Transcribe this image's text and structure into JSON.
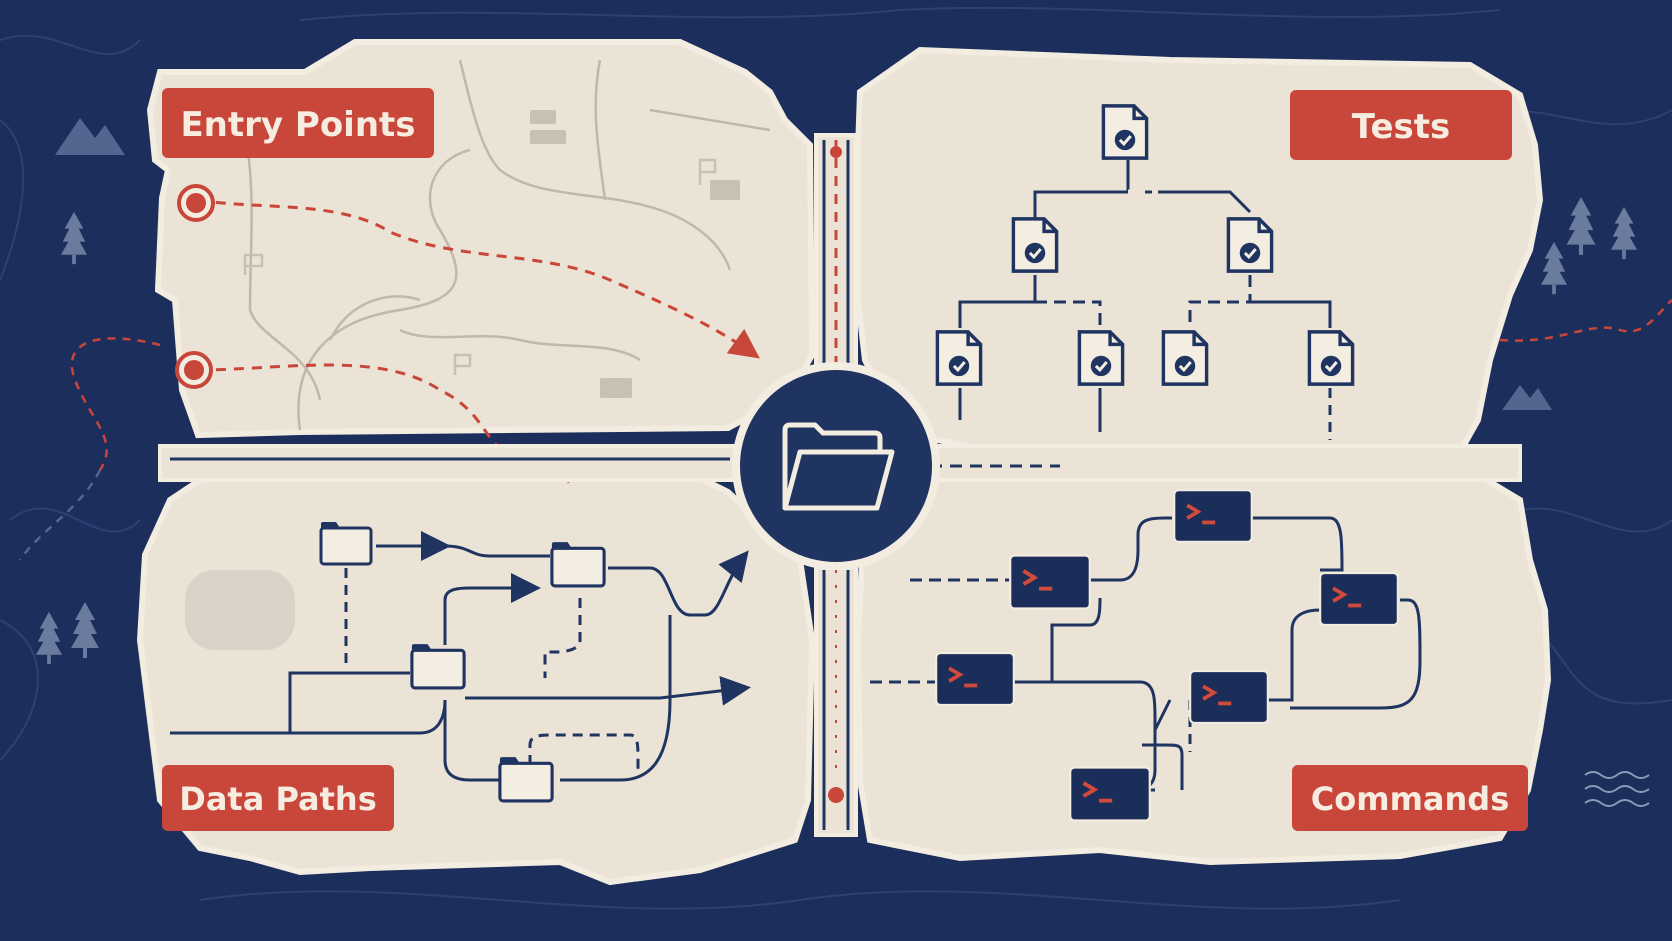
{
  "quadrants": {
    "entry_points": {
      "label": "Entry Points"
    },
    "tests": {
      "label": "Tests"
    },
    "data_paths": {
      "label": "Data Paths"
    },
    "commands": {
      "label": "Commands"
    }
  },
  "colors": {
    "background": "#1c2f5c",
    "parchment": "#ebe3d5",
    "outline": "#f3ece0",
    "ink": "#1f3461",
    "accent": "#c9463a",
    "label_text": "#f6ecdf"
  },
  "icons": {
    "hub": "folder-icon",
    "test_node": "test-file-check-icon",
    "data_node": "folder-icon",
    "command_node": "terminal-icon",
    "entry_marker": "entry-point-marker-icon"
  }
}
